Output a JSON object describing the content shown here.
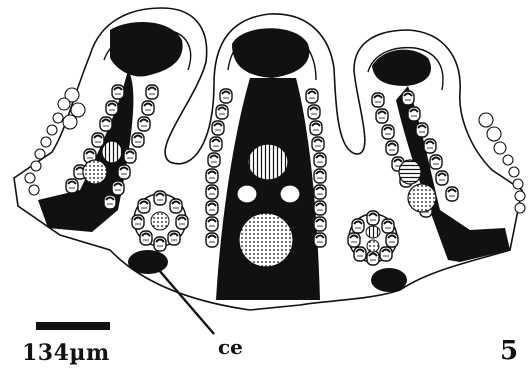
{
  "figure": {
    "scale_label": "134µm",
    "annotation_label": "ce",
    "figure_number": "5",
    "colors": {
      "ink": "#111111",
      "paper": "#ffffff"
    }
  }
}
